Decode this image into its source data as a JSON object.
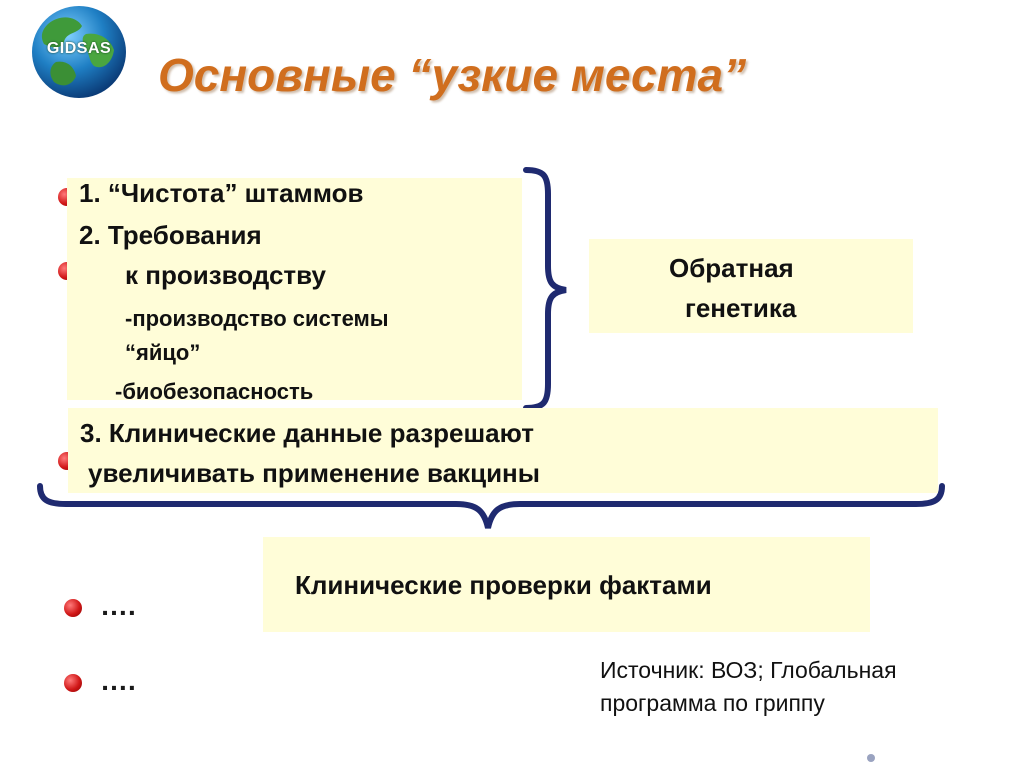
{
  "logo": {
    "label": "GIDSAS"
  },
  "title": "Основные “узкие места”",
  "box1": {
    "line1": "1. “Чистота” штаммов",
    "line2": "2. Требования",
    "line3": "к производству",
    "line4": "-производство системы",
    "line5": "“яйцо”",
    "line6": "-биобезопасность"
  },
  "box2": {
    "line1": "3. Клинические данные разрешают",
    "line2": "увеличивать применение вакцины"
  },
  "box3": {
    "line1": "Обратная",
    "line2": "генетика"
  },
  "box4": {
    "text": "Клинические проверки фактами"
  },
  "bullets": [
    {
      "text": "…."
    },
    {
      "text": "…."
    }
  ],
  "source": {
    "line1": "Источник: ВОЗ; Глобальная",
    "line2": "программа по гриппу"
  },
  "colors": {
    "title": "#d06e1e",
    "box": "#fffdd8",
    "brace": "#1f2a70",
    "bullet": "#d11818"
  }
}
